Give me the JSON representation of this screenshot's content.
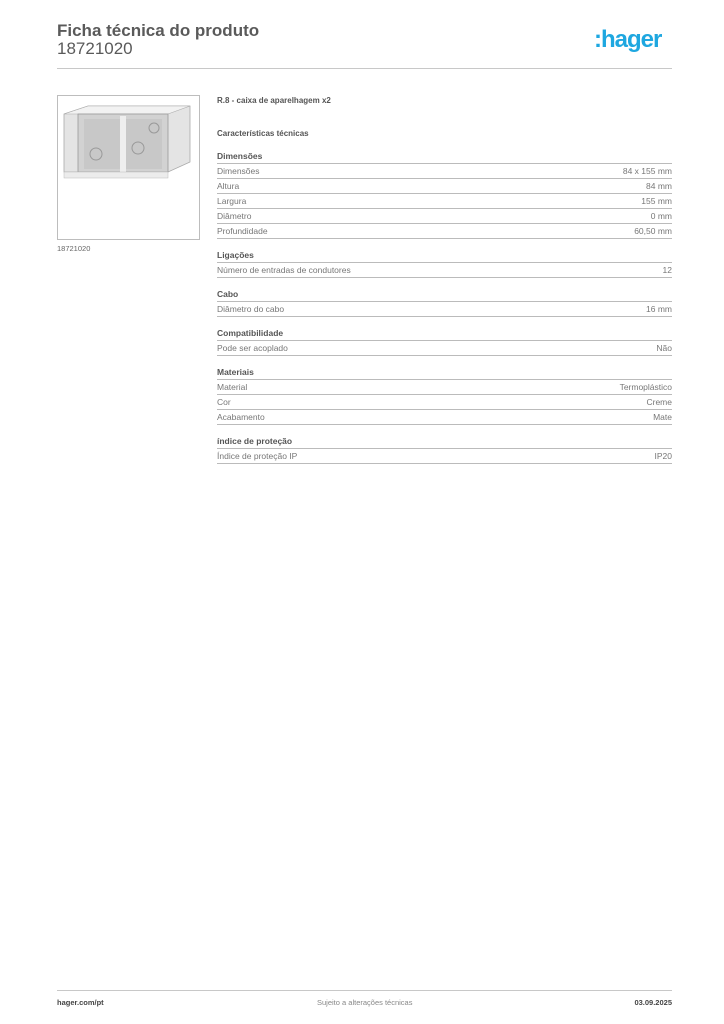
{
  "header": {
    "title": "Ficha técnica do produto",
    "product_id": "18721020",
    "logo": ":hager",
    "brand_color": "#1ea7e0"
  },
  "image": {
    "caption": "18721020",
    "icon": "junction-box-image"
  },
  "product": {
    "title": "R.8 - caixa de aparelhagem x2",
    "section_title": "Características técnicas"
  },
  "groups": [
    {
      "heading": "Dimensões",
      "rows": [
        [
          "Dimensões",
          "84 x 155 mm"
        ],
        [
          "Altura",
          "84 mm"
        ],
        [
          "Largura",
          "155 mm"
        ],
        [
          "Diâmetro",
          "0 mm"
        ],
        [
          "Profundidade",
          "60,50 mm"
        ]
      ]
    },
    {
      "heading": "Ligações",
      "rows": [
        [
          "Número de entradas de condutores",
          "12"
        ]
      ]
    },
    {
      "heading": "Cabo",
      "rows": [
        [
          "Diâmetro do cabo",
          "16 mm"
        ]
      ]
    },
    {
      "heading": "Compatibilidade",
      "rows": [
        [
          "Pode ser acoplado",
          "Não"
        ]
      ]
    },
    {
      "heading": "Materiais",
      "rows": [
        [
          "Material",
          "Termoplástico"
        ],
        [
          "Cor",
          "Creme"
        ],
        [
          "Acabamento",
          "Mate"
        ]
      ]
    },
    {
      "heading": "índice de proteção",
      "rows": [
        [
          "Índice de proteção IP",
          "IP20"
        ]
      ]
    }
  ],
  "footer": {
    "website": "hager.com/pt",
    "note": "Sujeito a alterações técnicas",
    "date": "03.09.2025"
  }
}
